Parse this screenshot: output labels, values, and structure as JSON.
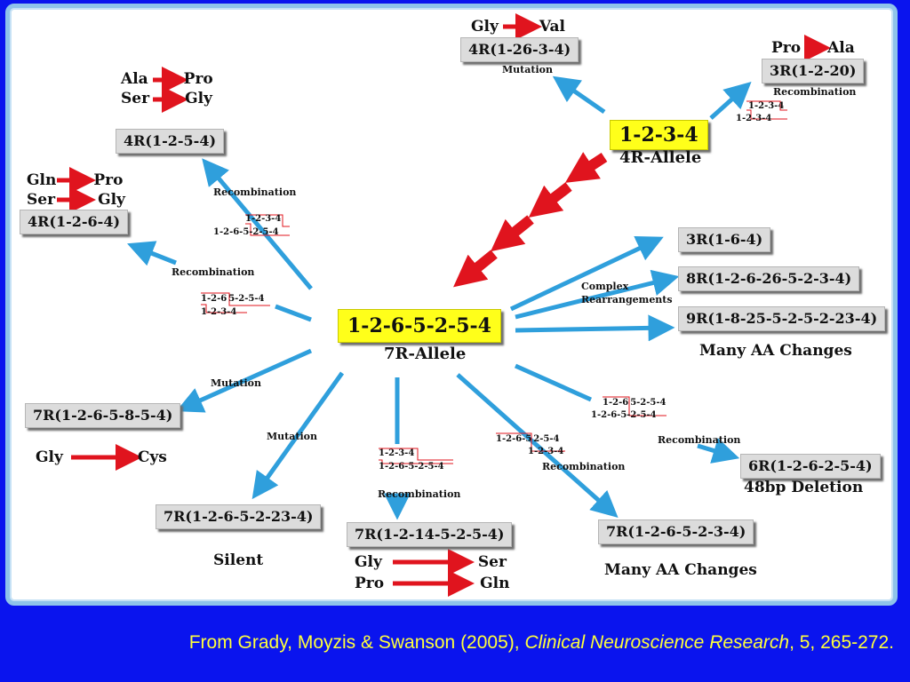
{
  "hub_top": {
    "code": "1-2-3-4",
    "caption": "4R-Allele"
  },
  "hub_center": {
    "code": "1-2-6-5-2-5-4",
    "caption": "7R-Allele"
  },
  "nodes": {
    "n4r_1_26_3_4": "4R(1-26-3-4)",
    "n3r_1_2_20": "3R(1-2-20)",
    "n4r_1_2_5_4": "4R(1-2-5-4)",
    "n4r_1_2_6_4": "4R(1-2-6-4)",
    "n3r_1_6_4": "3R(1-6-4)",
    "n8r": "8R(1-2-6-26-5-2-3-4)",
    "n9r": "9R(1-8-25-5-2-5-2-23-4)",
    "n7r_58": "7R(1-2-6-5-8-5-4)",
    "n7r_223": "7R(1-2-6-5-2-23-4)",
    "n7r_14": "7R(1-2-14-5-2-5-4)",
    "n7r_234": "7R(1-2-6-5-2-3-4)",
    "n6r": "6R(1-2-6-2-5-4)"
  },
  "labels": {
    "mutation": "Mutation",
    "recombination": "Recombination",
    "complex_1": "Complex",
    "complex_2": "Rearrangements",
    "many_aa": "Many AA Changes",
    "silent": "Silent",
    "deletion": "48bp Deletion"
  },
  "aa": {
    "gly": "Gly",
    "val": "Val",
    "pro": "Pro",
    "ala": "Ala",
    "ser": "Ser",
    "gln": "Gln",
    "cys": "Cys"
  },
  "recomb_seqs": {
    "s1234": "1-2-3-4",
    "s7r": "1-2-6-5-2-5-4",
    "s7r_split_a": "1-2-6",
    "s7r_split_b": "5-2-5-4",
    "s7r_split_c": "1-2-6-5",
    "s7r_split_d": "2-5-4"
  },
  "footer": {
    "pre": "From Grady, Moyzis & Swanson (2005), ",
    "journal": "Clinical Neuroscience Research",
    "post": ", 5, 265-272."
  },
  "colors": {
    "background": "#0a14ee",
    "panel_border": "#8fc3ea",
    "hub": "#ffff1a",
    "node": "#dcdcdc",
    "blue_arrow": "#2f9fdc",
    "red_arrow": "#e0141e",
    "footer_text": "#ffff3c"
  }
}
